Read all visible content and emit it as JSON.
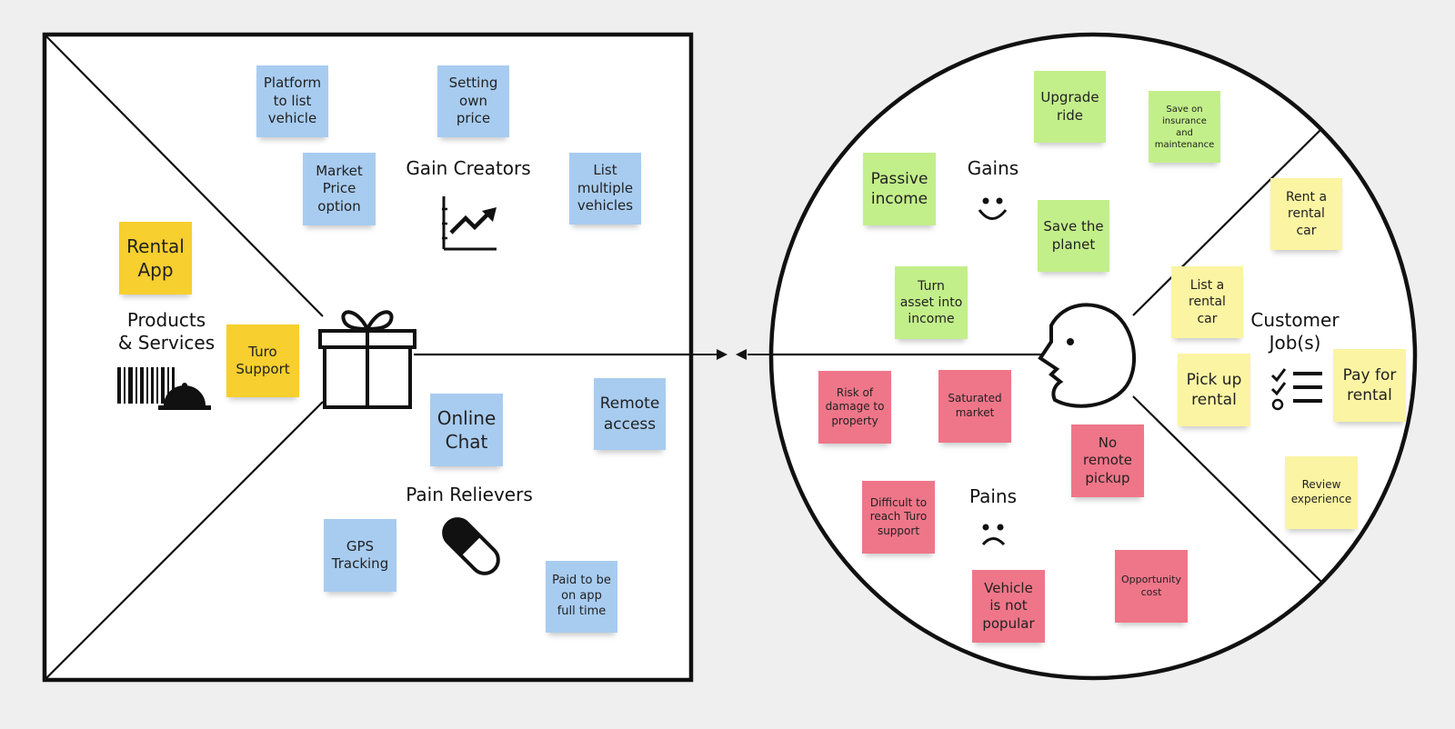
{
  "value_map": {
    "gain_creators_label": "Gain Creators",
    "pain_relievers_label": "Pain Relievers",
    "products_services_label": "Products\n& Services",
    "gain_creators": [
      "Platform\nto list\nvehicle",
      "Setting\nown\nprice",
      "Market\nPrice\noption",
      "List\nmultiple\nvehicles"
    ],
    "pain_relievers": [
      "Online\nChat",
      "Remote\naccess",
      "GPS\nTracking",
      "Paid to be\non app\nfull time"
    ],
    "products_services": [
      "Rental\nApp",
      "Turo\nSupport"
    ]
  },
  "customer_profile": {
    "gains_label": "Gains",
    "pains_label": "Pains",
    "jobs_label": "Customer\nJob(s)",
    "gains": [
      "Upgrade\nride",
      "Save on\ninsurance\nand\nmaintenance",
      "Passive\nincome",
      "Save the\nplanet",
      "Turn\nasset into\nincome"
    ],
    "pains": [
      "Risk of\ndamage to\nproperty",
      "Saturated\nmarket",
      "No\nremote\npickup",
      "Difficult to\nreach Turo\nsupport",
      "Vehicle\nis not\npopular",
      "Opportunity\ncost"
    ],
    "jobs": [
      "Rent a\nrental\ncar",
      "List a\nrental\ncar",
      "Pick up\nrental",
      "Pay for\nrental",
      "Review\nexperience"
    ]
  },
  "colors": {
    "background": "#efefef",
    "gain_creator_note": "#a8ccf0",
    "product_note": "#f7cf2e",
    "gain_note": "#c3ef8a",
    "pain_note": "#ef7689",
    "job_note": "#fbf4a3"
  },
  "icons": {
    "gain_creators": "trending-chart-icon",
    "pain_relievers": "pill-icon",
    "products_services": "barcode-bell-icon",
    "value_map_center": "gift-icon",
    "customer_center": "face-profile-icon",
    "gains": "smile-icon",
    "pains": "frown-icon",
    "jobs": "checklist-icon"
  }
}
